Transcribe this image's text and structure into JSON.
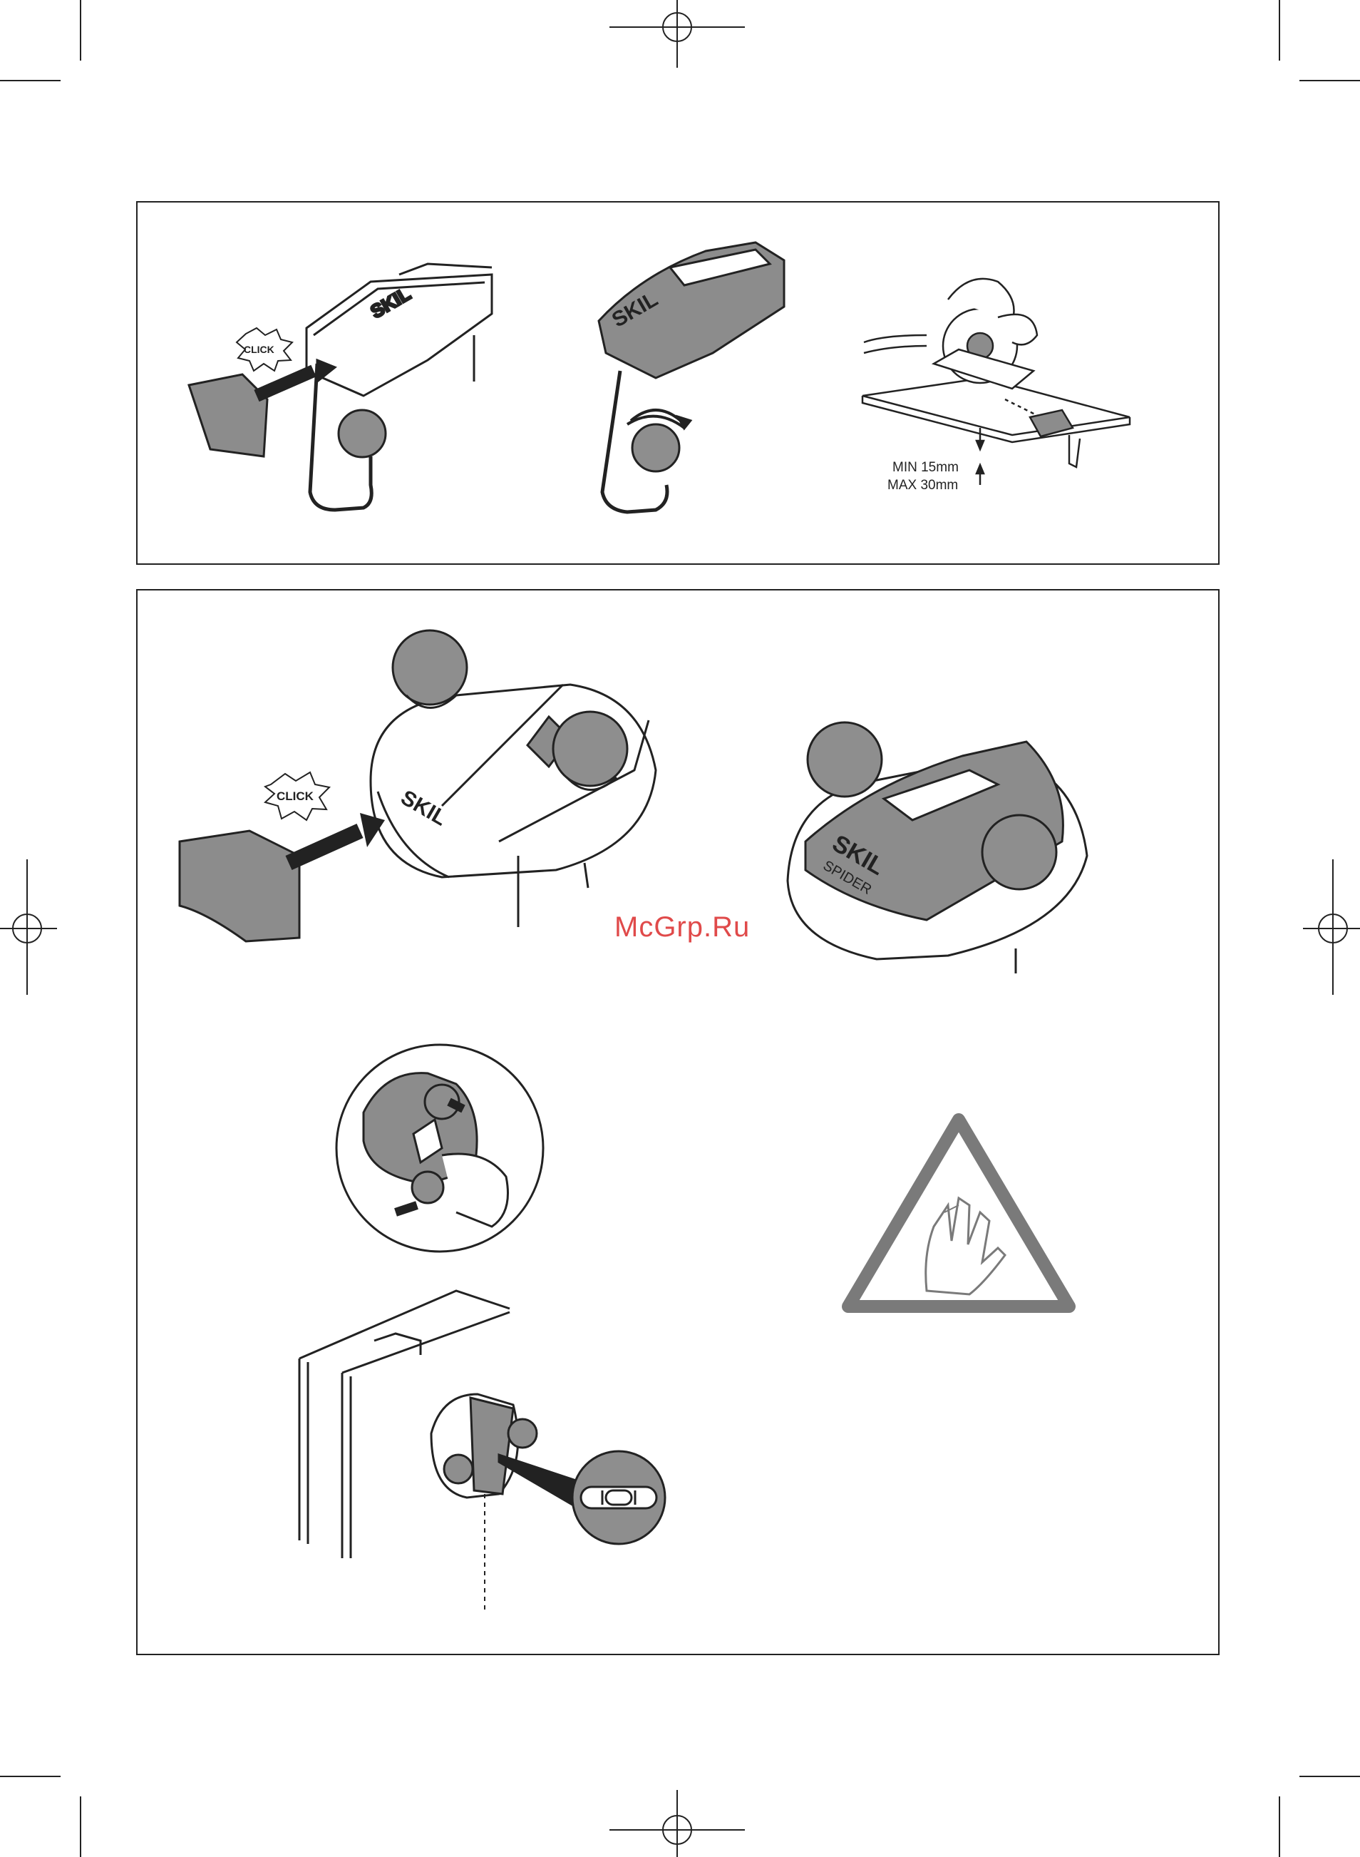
{
  "watermark": "McGrp.Ru",
  "fig_top": {
    "click_label": "CLICK",
    "brand_text": "SKIL",
    "measure_min": "MIN 15mm",
    "measure_max": "MAX 30mm"
  },
  "fig_bottom": {
    "click_label": "CLICK",
    "brand_text": "SKIL",
    "sub_brand": "SPIDER"
  },
  "colors": {
    "line": "#222222",
    "device_gray": "#8c8c8c",
    "device_dark": "#6f6f6f",
    "ball_gray": "#8e8e8e",
    "warning_gray": "#7a7a7a",
    "watermark_red": "#e04a4a"
  },
  "icons": [
    "crop-mark-icon",
    "registration-mark-icon",
    "click-burst-icon",
    "push-arrow-icon",
    "rotate-arrow-icon",
    "warning-triangle-icon",
    "hand-injury-icon",
    "spirit-level-icon"
  ]
}
